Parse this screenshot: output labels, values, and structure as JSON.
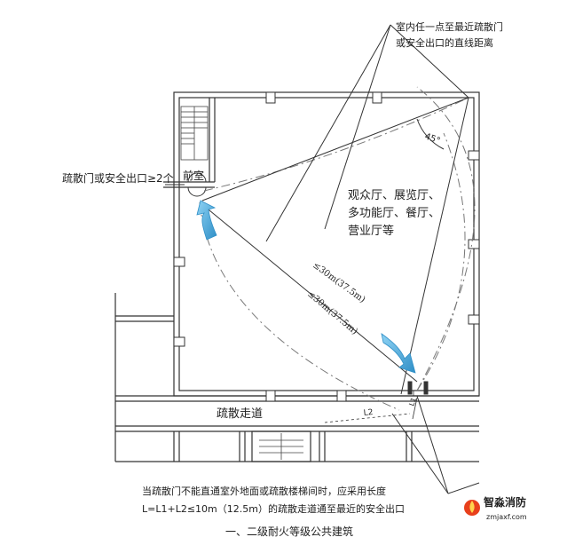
{
  "callouts": {
    "top_line1": "室内任一点至最近疏散门",
    "top_line2": "或安全出口的直线距离",
    "left_doors": "疏散门或安全出口≥2个",
    "bottom_line1": "当疏散门不能直通室外地面或疏散楼梯间时，应采用长度",
    "bottom_line2": "L=L1+L2≤10m（12.5m）的疏散走道通至最近的安全出口"
  },
  "labels": {
    "anteroom": "前室",
    "hall_line1": "观众厅、展览厅、",
    "hall_line2": "多功能厅、餐厅、",
    "hall_line3": "营业厅等",
    "corridor": "疏散走道",
    "angle": "45°",
    "dim_upper": "≤30m(37.5m)",
    "dim_lower": "≤30m(37.5m)",
    "l1": "L1",
    "l2": "L2"
  },
  "caption": "一、二级耐火等级公共建筑",
  "watermark": {
    "brand": "智淼消防",
    "url": "zmjaxf.com"
  },
  "colors": {
    "arrow": "#4aaee0",
    "line": "#333333",
    "dash": "#666666"
  }
}
